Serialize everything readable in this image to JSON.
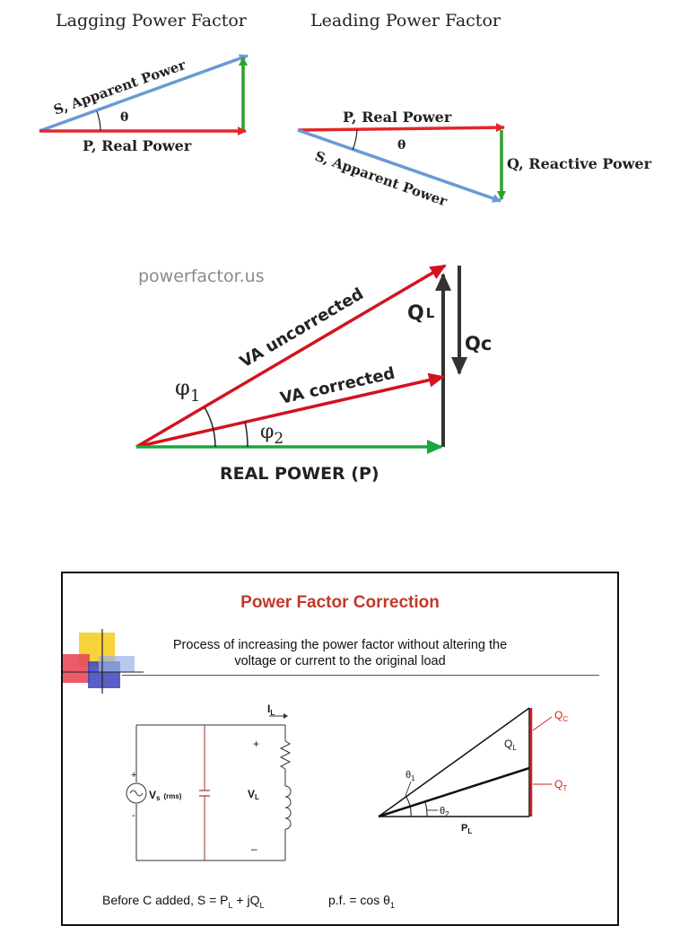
{
  "top": {
    "lagging": {
      "title": "Lagging Power Factor",
      "s_label": "S, Apparent Power",
      "theta": "θ",
      "p_label": "P, Real Power"
    },
    "leading": {
      "title": "Leading Power Factor",
      "p_label": "P, Real Power",
      "theta": "θ",
      "s_label": "S, Apparent Power",
      "q_label": "Q, Reactive Power"
    },
    "colors": {
      "real": "#e3262b",
      "apparent": "#6a9ad6",
      "reactive": "#2ea12e"
    }
  },
  "middle": {
    "watermark": "powerfactor.us",
    "phi1": "φ",
    "phi1_sub": "1",
    "phi2": "φ",
    "phi2_sub": "2",
    "va_uncorrected": "VA uncorrected",
    "va_corrected": "VA corrected",
    "ql_main": "Q",
    "ql_sub": "L",
    "qc": "Qc",
    "real_power": "REAL POWER (P)",
    "colors": {
      "real": "#18a83e",
      "va": "#d3131f",
      "q": "#333333"
    }
  },
  "slide": {
    "title": "Power Factor Correction",
    "subtitle_line1": "Process of increasing the power factor without altering the",
    "subtitle_line2": "voltage or current to the original load",
    "circuit": {
      "il": "I",
      "il_sub": "L",
      "plus_top": "+",
      "plus_src": "+",
      "vs": "V",
      "vs_sub": "s",
      "vs_rms": "(rms)",
      "minus_src": "-",
      "vl": "V",
      "vl_sub": "L",
      "minus_bottom": "–"
    },
    "triangle": {
      "qc": "Q",
      "qc_sub": "C",
      "ql": "Q",
      "ql_sub": "L",
      "qt": "Q",
      "qt_sub": "T",
      "theta1": "θ",
      "theta1_sub": "1",
      "theta2": "θ",
      "theta2_sub": "2",
      "pl": "P",
      "pl_sub": "L"
    },
    "formula_left": "Before C  added, S = P",
    "formula_left_sub1": "L",
    "formula_left_mid": " + jQ",
    "formula_left_sub2": "L",
    "formula_right": "p.f. = cos θ",
    "formula_right_sub": "1",
    "colors": {
      "title": "#c0392b",
      "accent_red": "#d41e1e"
    }
  }
}
